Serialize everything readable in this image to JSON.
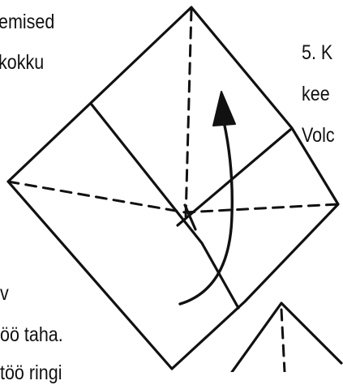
{
  "text_fragments": {
    "top_left_line1": "emised",
    "top_left_line2": "kokku",
    "right_line1": "5. K",
    "right_line2": "kee",
    "right_line3": "Volc",
    "bottom_left_line1": "v",
    "bottom_left_line2": "öö taha.",
    "bottom_left_line3": "töö ringi"
  },
  "colors": {
    "ink": "#111111",
    "background": "#ffffff"
  },
  "symbols": {
    "fold_arrow": "curved-arrow-up",
    "valley_fold": "dashed-line"
  }
}
